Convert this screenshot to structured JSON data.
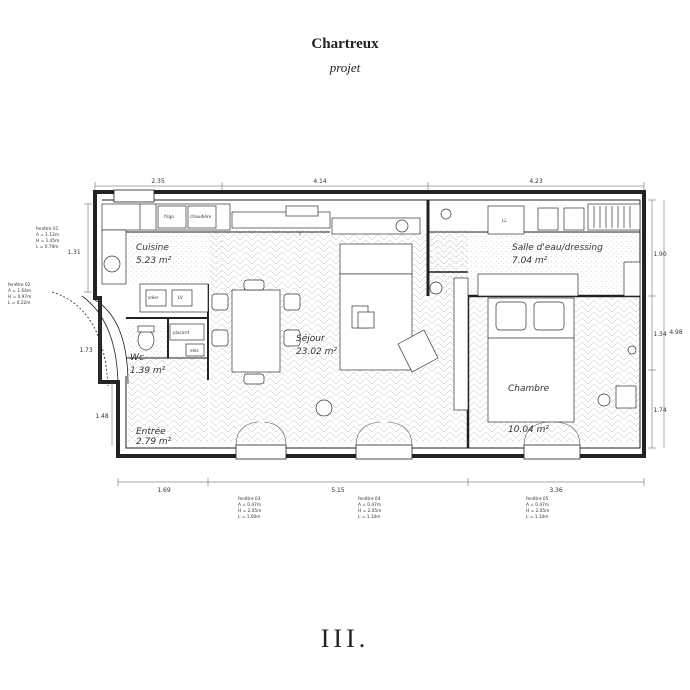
{
  "header": {
    "title": "Chartreux",
    "subtitle": "projet"
  },
  "logo": {
    "text": "III."
  },
  "rooms": {
    "cuisine": {
      "name": "Cuisine",
      "area": "5.23 m²"
    },
    "salle": {
      "name": "Salle d'eau/dressing",
      "area": "7.04 m²"
    },
    "sejour": {
      "name": "Séjour",
      "area": "23.02 m²"
    },
    "wc": {
      "name": "Wc",
      "area": "1.39 m²"
    },
    "entree": {
      "name": "Entrée",
      "area": "2.79 m²"
    },
    "chambre": {
      "name": "Chambre",
      "area": "10.04 m²"
    }
  },
  "fixtures": {
    "frigo": "frigo",
    "chaudiere": "chaudière",
    "ll": "LL",
    "sdier": "sdier",
    "lv": "LV",
    "placard": "placard",
    "elec": "elec"
  },
  "dimensions": {
    "top": [
      "2.35",
      "4.14",
      "4.23"
    ],
    "bottom": [
      "1.69",
      "5.15",
      "3.36"
    ],
    "left": [
      "1.31",
      "1.73",
      "1.48"
    ],
    "right": [
      "1.90",
      "1.34",
      "1.74"
    ],
    "total_right": "4.98"
  },
  "windows": {
    "f01": {
      "name": "fenêtre 01",
      "a": "A = 1.12m",
      "h": "H = 1.45m",
      "l": "L = 0.79m"
    },
    "f02": {
      "name": "fenêtre 02",
      "a": "A = 1.64m",
      "h": "H = 0.97m",
      "l": "L = 0.22m"
    },
    "f03": {
      "name": "fenêtre 03",
      "a": "A = 0.47m",
      "h": "H = 2.05m",
      "l": "L = 1.00m"
    },
    "f04": {
      "name": "fenêtre 04",
      "a": "A = 0.47m",
      "h": "H = 2.05m",
      "l": "L = 1.10m"
    },
    "f05": {
      "name": "fenêtre 05",
      "a": "A = 0.47m",
      "h": "H = 2.05m",
      "l": "L = 1.10m"
    }
  }
}
